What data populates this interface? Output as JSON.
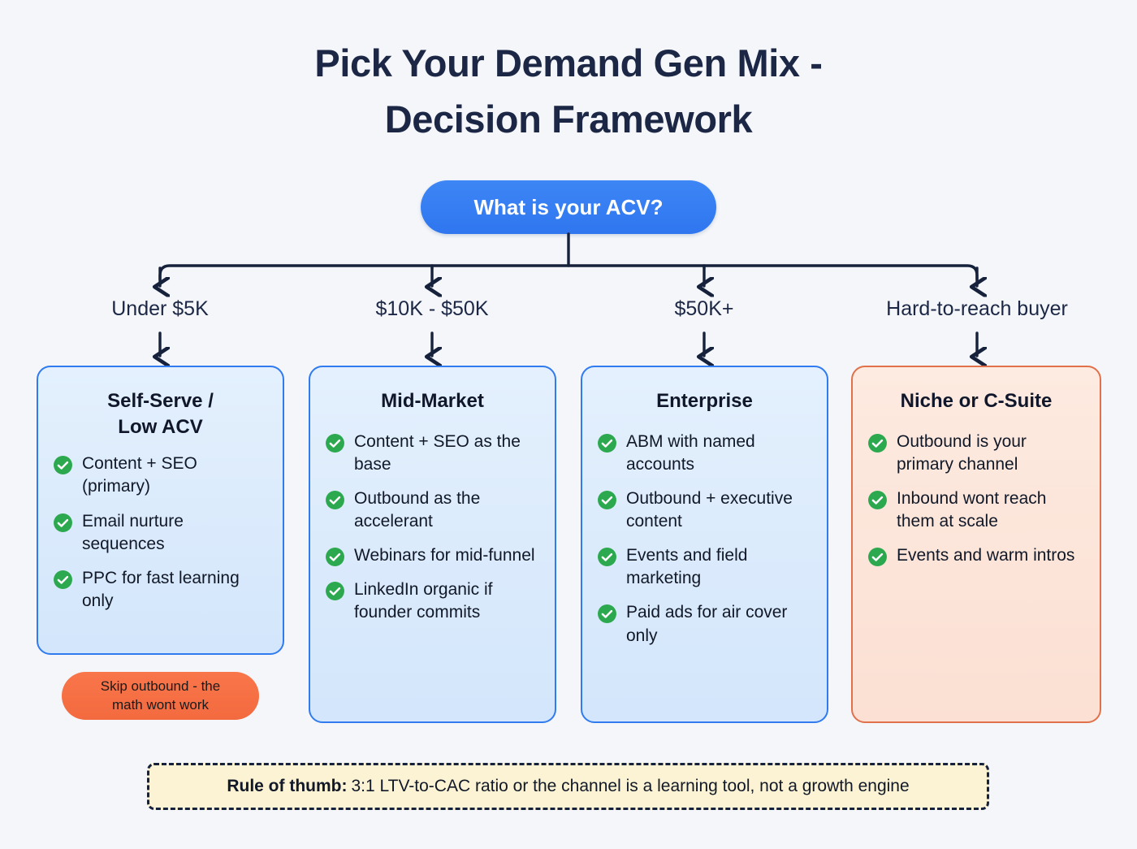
{
  "title": "Pick Your Demand Gen Mix - Decision Framework",
  "title_line1": "Pick Your Demand Gen Mix -",
  "title_line2": "Decision Framework",
  "root": {
    "label": "What is your ACV?"
  },
  "colors": {
    "background": "#f4f6fa",
    "title_text": "#1b2745",
    "root_pill": "#2f76ef",
    "connector": "#16213b",
    "card_blue_border": "#2f7bef",
    "card_blue_fill": "#d9e9fc",
    "card_peach_border": "#e0714a",
    "card_peach_fill": "#fbe3d6",
    "check_green": "#2ca84f",
    "warn_pill": "#f36a3f",
    "footer_fill": "#fcf3d4",
    "footer_border": "#16213b"
  },
  "branches": [
    {
      "label": "Under $5K"
    },
    {
      "label": "$10K - $50K"
    },
    {
      "label": "$50K+"
    },
    {
      "label": "Hard-to-reach buyer"
    }
  ],
  "cards": [
    {
      "title": "Self-Serve / Low ACV",
      "title_line1": "Self-Serve /",
      "title_line2": "Low ACV",
      "variant": "blue",
      "bullets": [
        "Content + SEO (primary)",
        "Email nurture sequences",
        "PPC for fast learning only"
      ]
    },
    {
      "title": "Mid-Market",
      "variant": "blue",
      "bullets": [
        "Content + SEO as the base",
        "Outbound as the accelerant",
        "Webinars for mid-funnel",
        "LinkedIn organic if founder commits"
      ]
    },
    {
      "title": "Enterprise",
      "variant": "blue",
      "bullets": [
        "ABM with named accounts",
        "Outbound + executive content",
        "Events and field marketing",
        "Paid ads for air cover only"
      ]
    },
    {
      "title": "Niche or C-Suite",
      "variant": "peach",
      "bullets": [
        "Outbound is your primary channel",
        "Inbound wont reach them at scale",
        "Events and warm intros"
      ]
    }
  ],
  "warning_pill": {
    "text": "Skip outbound - the math wont work",
    "line1": "Skip outbound - the",
    "line2": "math wont work"
  },
  "footer": {
    "label": "Rule of thumb:",
    "text": "3:1 LTV-to-CAC ratio or the channel is a learning tool, not a growth engine"
  }
}
